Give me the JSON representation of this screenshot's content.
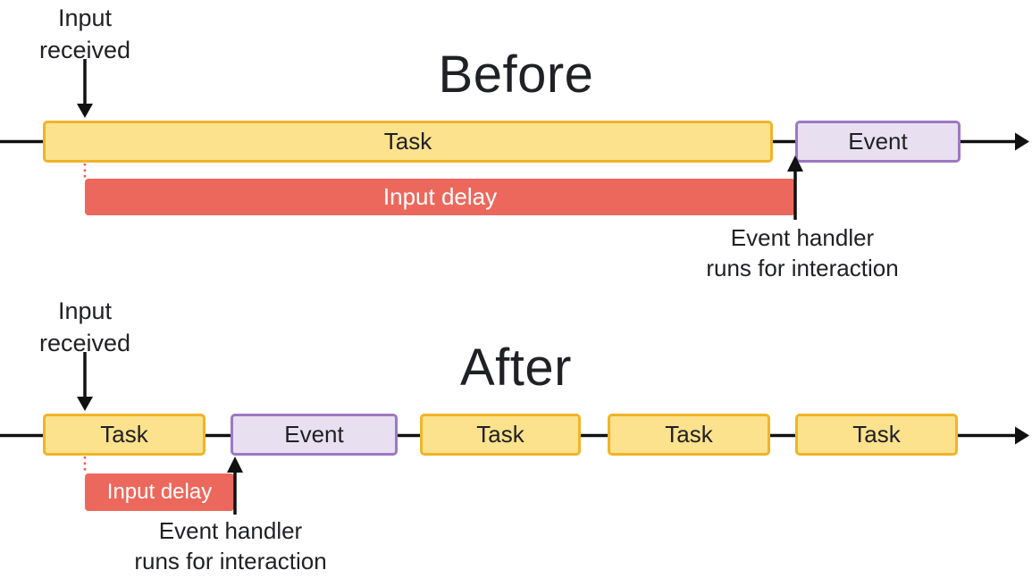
{
  "colors": {
    "background": "#FFFFFF",
    "text": "#202124",
    "line": "#111111",
    "task_fill": "#FCE28C",
    "task_border": "#F0B428",
    "event_fill": "#E8DFF1",
    "event_border": "#9D78C2",
    "delay_fill": "#ED685C",
    "delay_text": "#FFFFFF",
    "dotted_line": "#E8594E"
  },
  "before": {
    "title": "Before",
    "input_label": "Input\nreceived",
    "task": {
      "label": "Task"
    },
    "event": {
      "label": "Event"
    },
    "input_delay": {
      "label": "Input delay"
    },
    "handler_note": "Event handler\nruns for interaction"
  },
  "after": {
    "title": "After",
    "input_label": "Input\nreceived",
    "boxes": [
      {
        "type": "task",
        "label": "Task"
      },
      {
        "type": "event",
        "label": "Event"
      },
      {
        "type": "task",
        "label": "Task"
      },
      {
        "type": "task",
        "label": "Task"
      },
      {
        "type": "task",
        "label": "Task"
      }
    ],
    "input_delay": {
      "label": "Input delay"
    },
    "handler_note": "Event handler\nruns for interaction"
  }
}
